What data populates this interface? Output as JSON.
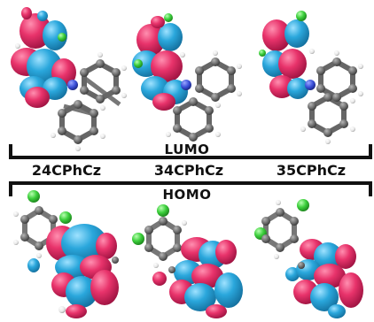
{
  "panels": {
    "lumo_label": "LUMO",
    "homo_label": "HOMO",
    "molecules": [
      "24CPhCz",
      "34CPhCz",
      "35CPhCz"
    ]
  },
  "colors": {
    "positive_lobe": "#e8336b",
    "negative_lobe": "#2aa7dc",
    "carbon": "#6f6f6f",
    "chlorine": "#3ccf3c",
    "nitrogen": "#3a4fd8",
    "hydrogen": "#f2f2f2",
    "bracket": "#111111"
  }
}
